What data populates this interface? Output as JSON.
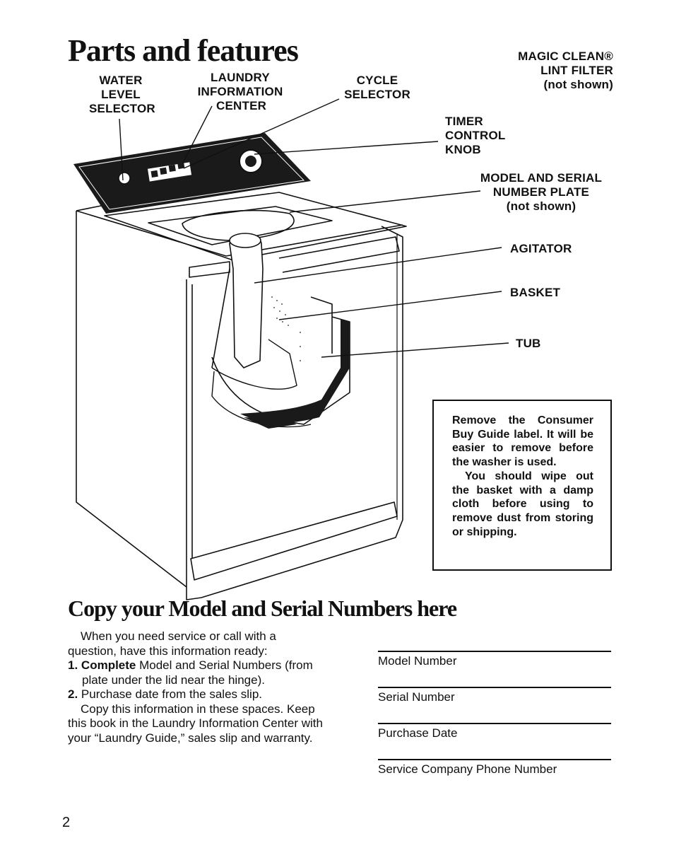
{
  "page_title": "Parts and features",
  "labels": {
    "water_level": [
      "WATER",
      "LEVEL",
      "SELECTOR"
    ],
    "laundry_info": [
      "LAUNDRY",
      "INFORMATION"
    ],
    "laundry_center": "CENTER",
    "cycle_selector": [
      "CYCLE",
      "SELECTOR"
    ],
    "magic_clean": [
      "MAGIC CLEAN®",
      "LINT FILTER",
      "(not shown)"
    ],
    "timer": [
      "TIMER",
      "CONTROL",
      "KNOB"
    ],
    "model_plate": [
      "MODEL AND SERIAL",
      "NUMBER PLATE",
      "(not shown)"
    ],
    "agitator": "AGITATOR",
    "basket": "BASKET",
    "tub": "TUB"
  },
  "notice": {
    "strong": "Remove",
    "line1_rest": " the Consumer Buy Guide label. It will be easier to remove before the washer is used.",
    "line2": "You should wipe out the basket with a damp cloth before using to remove dust from storing or shipping."
  },
  "section_title": "Copy your Model and Serial Numbers here",
  "instructions": {
    "intro": "When you need service or call with a question, have this information ready:",
    "item1_num": "1.",
    "item1_strong": "Complete",
    "item1_rest": " Model and Serial Numbers (from plate under the lid near the hinge).",
    "item2_num": "2.",
    "item2_text": "Purchase date from the sales slip.",
    "outro": "Copy this information in these spaces. Keep this book in the Laundry Information Center with your “Laundry Guide,” sales slip and warranty."
  },
  "fields": [
    "Model Number",
    "Serial Number",
    "Purchase Date",
    "Service Company Phone Number"
  ],
  "page_number": "2"
}
